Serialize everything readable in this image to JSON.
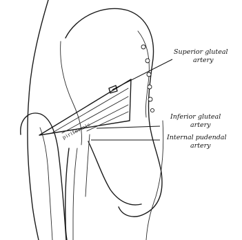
{
  "figure": {
    "muscle_label": "piriformis",
    "labels": {
      "superior": [
        "Superior gluteal",
        "artery"
      ],
      "inferior": [
        "Inferior gluteal",
        "artery"
      ],
      "pudendal": [
        "Internal pudendal",
        "artery"
      ]
    }
  }
}
